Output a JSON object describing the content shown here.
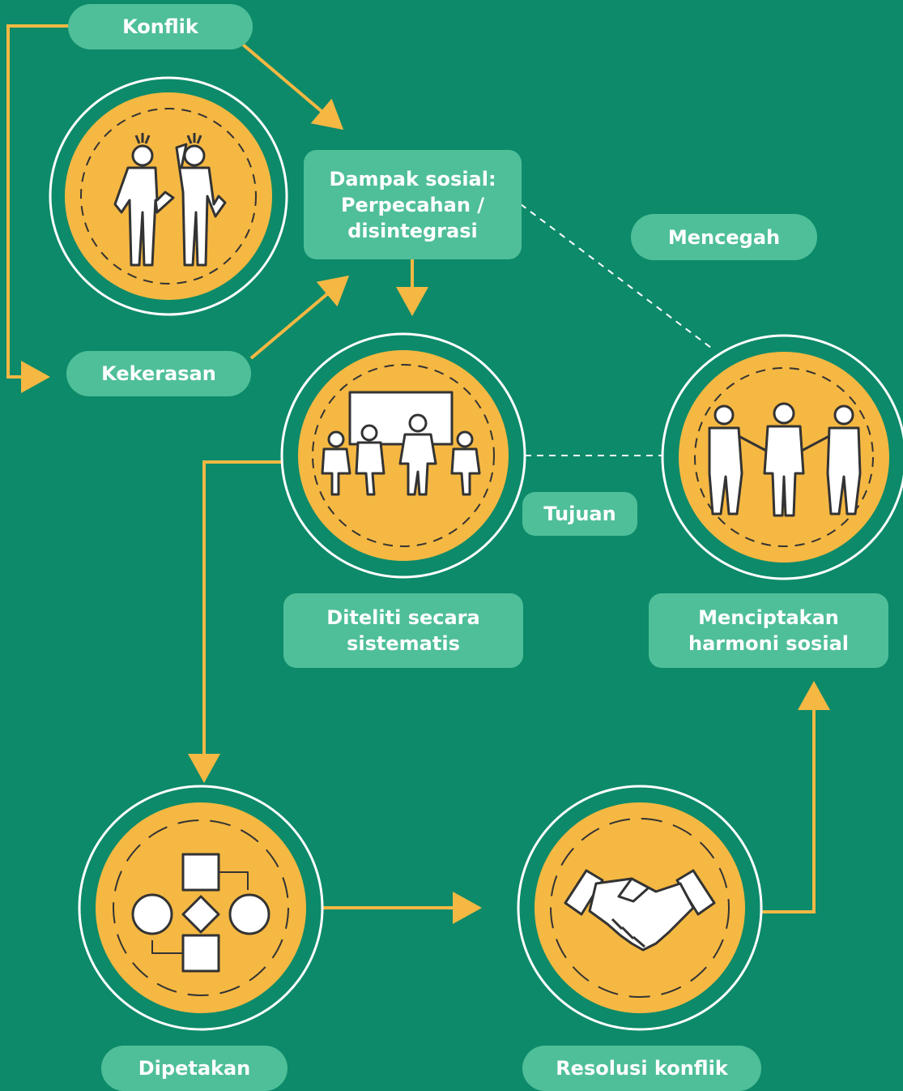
{
  "colors": {
    "background": "#0d8a69",
    "label_fill": "#4fbf99",
    "circle_fill": "#f5b843",
    "arrow": "#f5b843",
    "outline": "#ffffff"
  },
  "nodes": {
    "konflik": "Konflik",
    "kekerasan": "Kekerasan",
    "dampak": "Dampak sosial:\nPerpecahan /\ndisintegrasi",
    "mencegah": "Mencegah",
    "tujuan": "Tujuan",
    "diteliti": "Diteliti secara\nsistematis",
    "menciptakan": "Menciptakan\nharmoni sosial",
    "dipetakan": "Dipetakan",
    "resolusi": "Resolusi konflik"
  },
  "icons": {
    "conflict": "arguing-people-icon",
    "meeting": "group-discussion-icon",
    "harmony": "people-holding-hands-icon",
    "mapping": "flowchart-icon",
    "resolution": "handshake-icon"
  }
}
